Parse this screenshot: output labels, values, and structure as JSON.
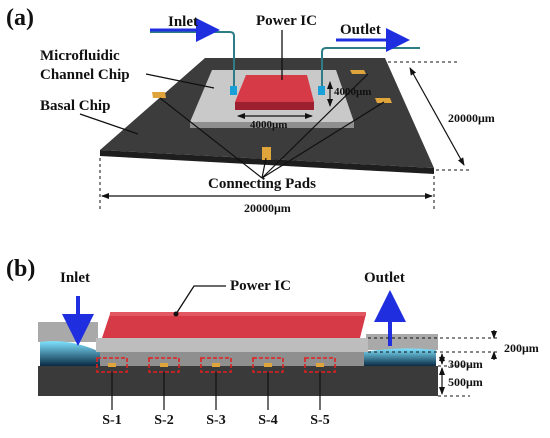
{
  "panels": [
    {
      "tag": "(a)",
      "labels": {
        "inlet": "Inlet",
        "outlet": "Outlet",
        "power_ic": "Power IC",
        "channel_chip_line1": "Microfluidic",
        "channel_chip_line2": "Channel Chip",
        "basal_chip": "Basal Chip",
        "connecting_pads": "Connecting Pads"
      },
      "dimensions": {
        "ic_height": "4000μm",
        "ic_width": "4000μm",
        "basal_depth": "20000μm",
        "basal_width": "20000μm"
      }
    },
    {
      "tag": "(b)",
      "labels": {
        "inlet": "Inlet",
        "outlet": "Outlet",
        "power_ic": "Power IC"
      },
      "dimensions": {
        "top_layer": "200μm",
        "middle_layer": "300μm",
        "bottom_layer": "500μm"
      },
      "sensors": [
        "S-1",
        "S-2",
        "S-3",
        "S-4",
        "S-5"
      ]
    }
  ],
  "colors": {
    "power_ic": "#d63a47",
    "channel_chip": "#c9c9c9",
    "basal_chip": "#3c3c3c",
    "pad": "#e0a53a",
    "arrow": "#1f2fe0",
    "sensor_box": "#e02020"
  }
}
